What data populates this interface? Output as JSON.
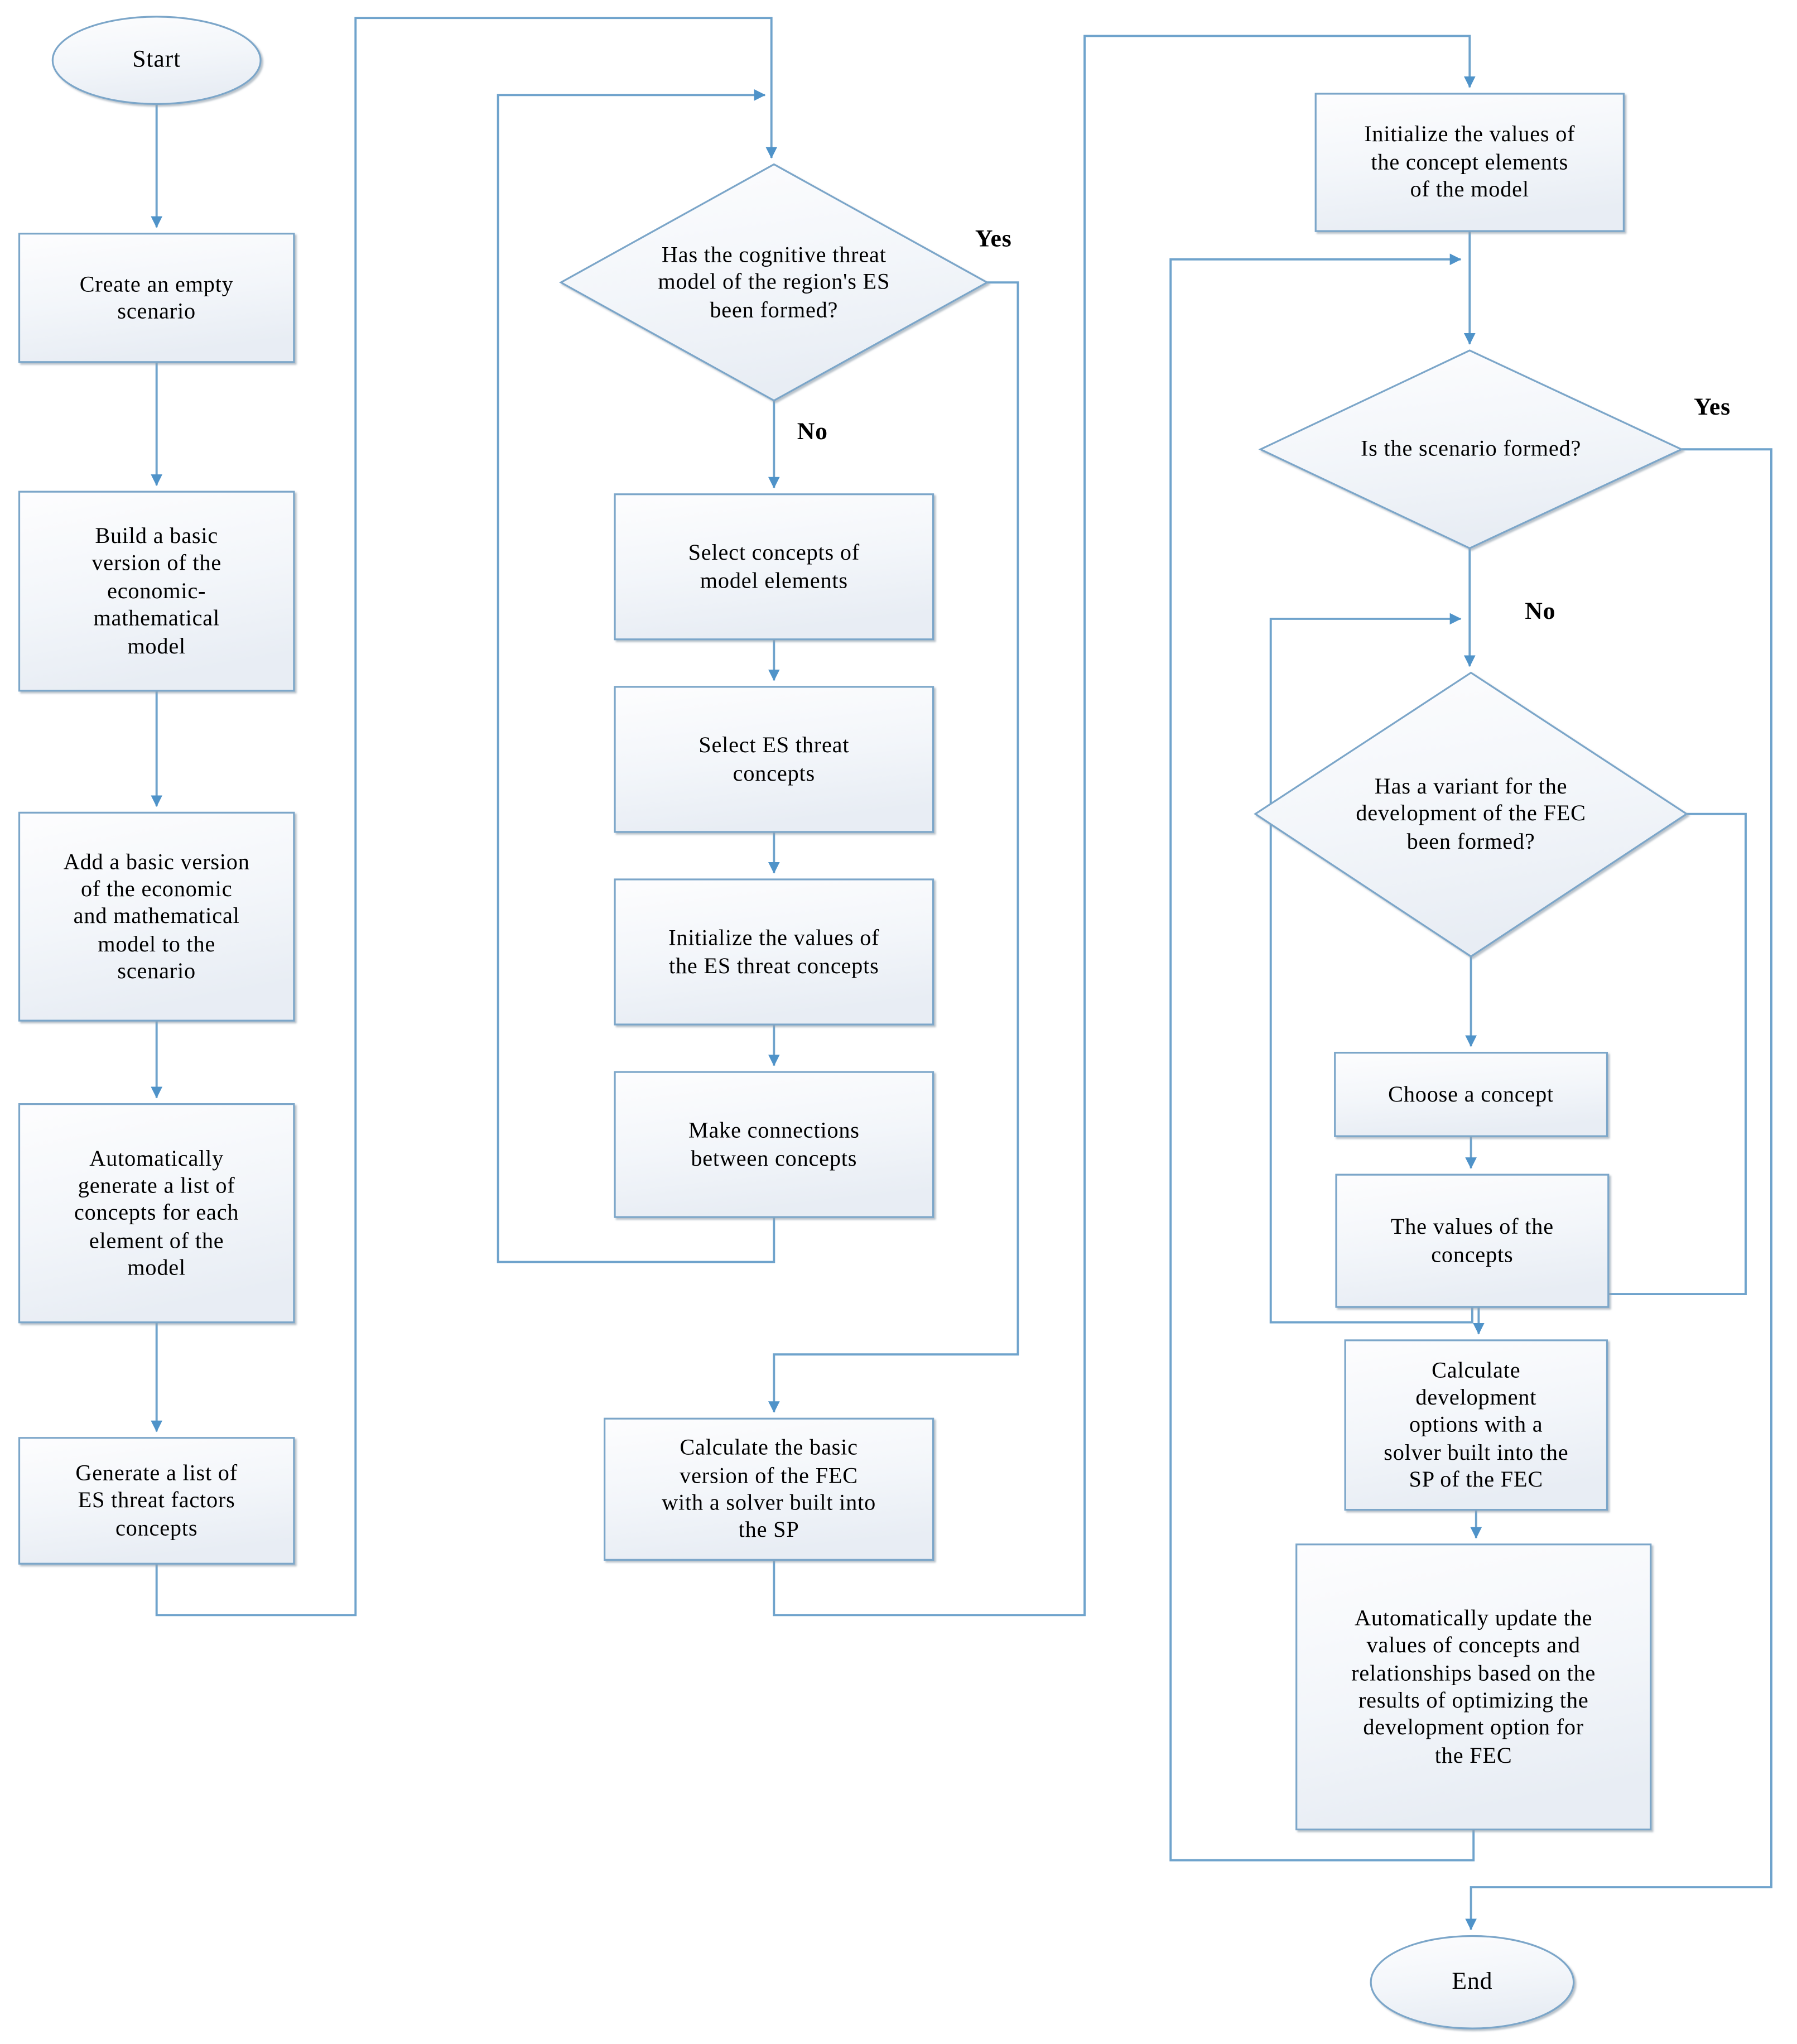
{
  "diagram": {
    "title_hint": "Scenario formation flowchart",
    "colors": {
      "background": "#ffffff",
      "line": "#6fa3cc",
      "arrowhead": "#4f93c9",
      "node_border": "#7ba6c9",
      "node_fill_light": "#fdfdfe",
      "node_fill_dark": "#e8edf4",
      "text": "#000000"
    },
    "nodes": {
      "start": {
        "type": "terminator",
        "label": "Start"
      },
      "create": {
        "type": "process",
        "label": "Create an empty\nscenario"
      },
      "build": {
        "type": "process",
        "label": "Build a basic\nversion of the\neconomic-\nmathematical\nmodel"
      },
      "add": {
        "type": "process",
        "label": "Add a basic version\nof the economic\nand mathematical\nmodel to the\nscenario"
      },
      "auto": {
        "type": "process",
        "label": "Automatically\ngenerate a list of\nconcepts for each\nelement of the\nmodel"
      },
      "esgen": {
        "type": "process",
        "label": "Generate a list of\nES threat factors\nconcepts"
      },
      "d1": {
        "type": "decision",
        "label": "Has the cognitive threat\nmodel of the region's ES\nbeen formed?"
      },
      "selc": {
        "type": "process",
        "label": "Select concepts of\nmodel elements"
      },
      "sele": {
        "type": "process",
        "label": "Select ES threat\nconcepts"
      },
      "inite": {
        "type": "process",
        "label": "Initialize the values of\nthe ES threat concepts"
      },
      "makec": {
        "type": "process",
        "label": "Make connections\nbetween concepts"
      },
      "calcb": {
        "type": "process",
        "label": "Calculate the basic\nversion of the FEC\nwith a solver built into\nthe SP"
      },
      "initc": {
        "type": "process",
        "label": "Initialize the values of\nthe concept elements\nof the model"
      },
      "d2": {
        "type": "decision",
        "label": "Is the scenario formed?"
      },
      "d3": {
        "type": "decision",
        "label": "Has a variant for the\ndevelopment of the FEC\nbeen formed?"
      },
      "choose": {
        "type": "process",
        "label": "Choose a concept"
      },
      "values": {
        "type": "process",
        "label": "The values of the\nconcepts"
      },
      "calcd": {
        "type": "process",
        "label": "Calculate\ndevelopment\noptions with a\nsolver built into the\nSP of the FEC"
      },
      "autou": {
        "type": "process",
        "label": "Automatically update the\nvalues of concepts and\nrelationships based on the\nresults of optimizing the\ndevelopment option for\nthe FEC"
      },
      "end": {
        "type": "terminator",
        "label": "End"
      }
    },
    "edge_labels": {
      "d1_yes": "Yes",
      "d1_no": "No",
      "d2_yes": "Yes",
      "d2_no": "No"
    }
  }
}
